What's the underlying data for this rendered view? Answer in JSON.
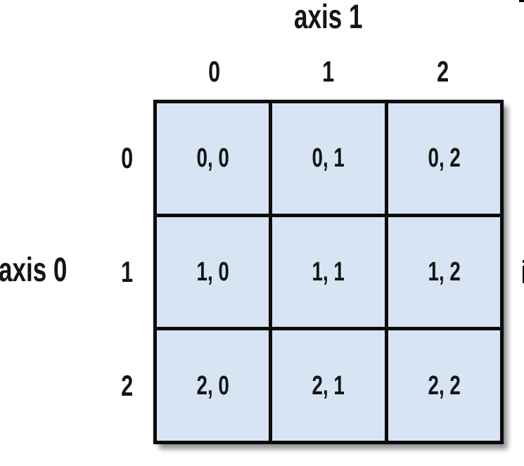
{
  "diagram": {
    "title": "axis 1",
    "side_label": "axis 0",
    "column_headers": [
      "0",
      "1",
      "2"
    ],
    "row_headers": [
      "0",
      "1",
      "2"
    ],
    "cells": [
      [
        "0, 0",
        "0, 1",
        "0, 2"
      ],
      [
        "1, 0",
        "1, 1",
        "1, 2"
      ],
      [
        "2, 0",
        "2, 1",
        "2, 2"
      ]
    ],
    "colors": {
      "cell_fill": "#D7E4F3",
      "grid_border": "#0B0B0B",
      "text": "#141414",
      "background": "#FFFFFF"
    }
  }
}
